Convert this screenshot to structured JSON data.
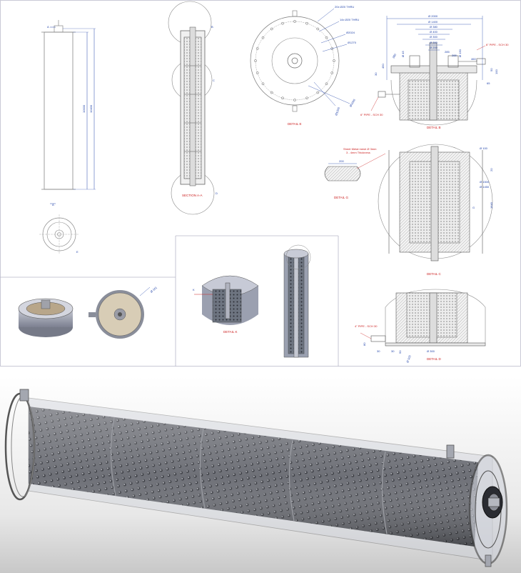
{
  "drawing": {
    "captions": {
      "section_aa": "SECTION A-A",
      "detail_e": "DETAIL E",
      "detail_b": "DETAIL B",
      "detail_g": "DETAIL G",
      "detail_c": "DETAIL C",
      "detail_k": "DETAIL K",
      "detail_d": "DETAIL D"
    },
    "section_marks": {
      "a_top": "A",
      "a_bottom": "A",
      "b": "B",
      "c": "C",
      "d": "D",
      "e": "E",
      "g": "G",
      "k": "K"
    },
    "main_view": {
      "dim_overall": "10400",
      "dim_inner": "10000"
    },
    "detail_e": {
      "callouts": [
        "20x  Ø20 THRU",
        "14x  Ø20 THRU",
        "Ø2024",
        "Ø1270",
        "Ø1000",
        "Ø1000"
      ]
    },
    "detail_b": {
      "dims": [
        "Ø 2000",
        "Ø 1400",
        "Ø 380",
        "Ø 400",
        "Ø 300",
        "Ø 300",
        "Ø 200",
        "285",
        "265",
        "Ø 150",
        "Ø 45",
        "460",
        "100",
        "50",
        "65",
        "30",
        "450",
        "280"
      ],
      "pipe_label_right": "6\" PIPE - SCH 30",
      "pipe_label_left": "6\" PIPE - SCH 30"
    },
    "detail_g": {
      "note_line1": "Sheet Metal mesh Ø 3mm",
      "note_line2": "3 - 4mm Thickness",
      "dim": "200"
    },
    "detail_c": {
      "dims": [
        "Ø 100",
        "20",
        "Ø 1500",
        "Ø 1450",
        "1640"
      ]
    },
    "detail_d": {
      "pipe_label": "4\" PIPE - SCH 30",
      "dims": [
        "Ø 300",
        "80",
        "30",
        "30",
        "50",
        "Ø 100"
      ]
    },
    "iso_callout": "Ø 161"
  }
}
